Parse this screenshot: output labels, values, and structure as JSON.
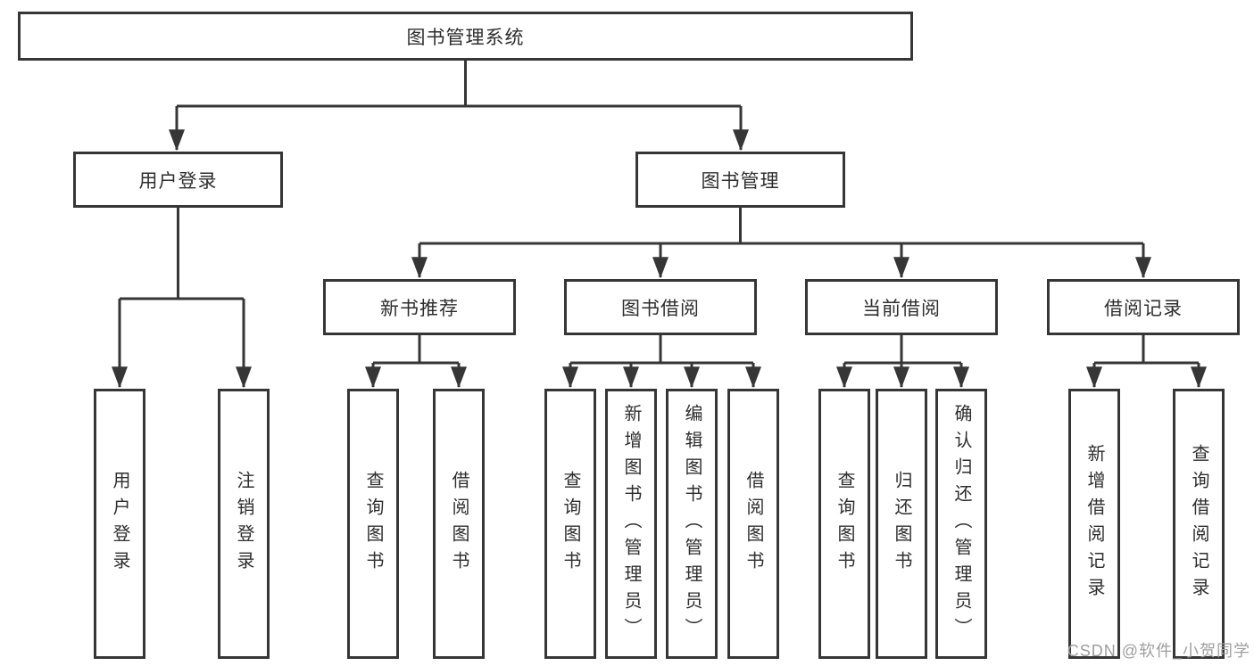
{
  "diagram": {
    "type": "hierarchy-flowchart",
    "colors": {
      "line": "#363636",
      "box_border": "#363636",
      "box_fill": "#ffffff",
      "text": "#2e2e2e",
      "background": "#ffffff",
      "watermark": "#9e9e9e"
    },
    "nodes": {
      "root": {
        "label": "图书管理系统"
      },
      "level2": [
        {
          "label": "用户登录",
          "parent": "图书管理系统"
        },
        {
          "label": "图书管理",
          "parent": "图书管理系统"
        }
      ],
      "level3": [
        {
          "label": "新书推荐",
          "parent": "图书管理"
        },
        {
          "label": "图书借阅",
          "parent": "图书管理"
        },
        {
          "label": "当前借阅",
          "parent": "图书管理"
        },
        {
          "label": "借阅记录",
          "parent": "图书管理"
        }
      ],
      "leaves": [
        {
          "label": "用户登录",
          "parent": "用户登录"
        },
        {
          "label": "注销登录",
          "parent": "用户登录"
        },
        {
          "label": "查询图书",
          "parent": "新书推荐"
        },
        {
          "label": "借阅图书",
          "parent": "新书推荐"
        },
        {
          "label": "查询图书",
          "parent": "图书借阅"
        },
        {
          "label": "新增图书（管理员）",
          "parent": "图书借阅"
        },
        {
          "label": "编辑图书（管理员）",
          "parent": "图书借阅"
        },
        {
          "label": "借阅图书",
          "parent": "图书借阅"
        },
        {
          "label": "查询图书",
          "parent": "当前借阅"
        },
        {
          "label": "归还图书",
          "parent": "当前借阅"
        },
        {
          "label": "确认归还（管理员）",
          "parent": "当前借阅"
        },
        {
          "label": "新增借阅记录",
          "parent": "借阅记录"
        },
        {
          "label": "查询借阅记录",
          "parent": "借阅记录"
        }
      ]
    }
  },
  "watermark": "CSDN @软件_小贺同学"
}
